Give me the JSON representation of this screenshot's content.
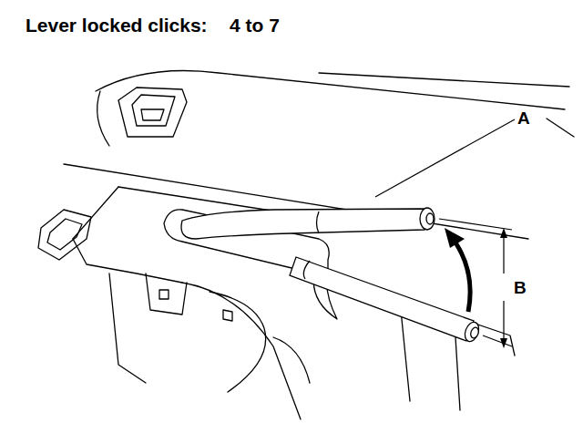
{
  "diagram": {
    "title": "Lever locked clicks:",
    "labels": [
      "4 to 7",
      "A",
      "B"
    ]
  }
}
